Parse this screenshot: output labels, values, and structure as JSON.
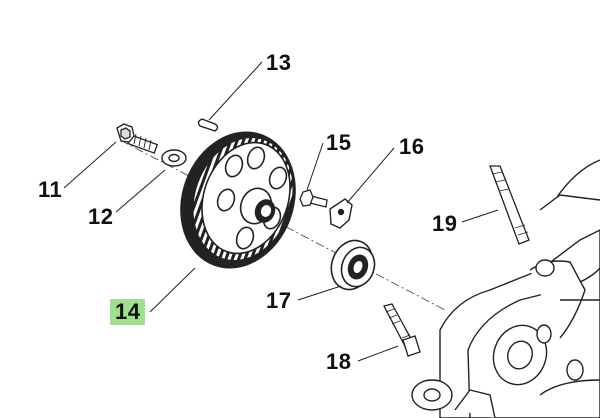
{
  "diagram": {
    "callouts": [
      {
        "id": "11",
        "label": "11",
        "highlighted": false
      },
      {
        "id": "12",
        "label": "12",
        "highlighted": false
      },
      {
        "id": "13",
        "label": "13",
        "highlighted": false
      },
      {
        "id": "14",
        "label": "14",
        "highlighted": true
      },
      {
        "id": "15",
        "label": "15",
        "highlighted": false
      },
      {
        "id": "16",
        "label": "16",
        "highlighted": false
      },
      {
        "id": "17",
        "label": "17",
        "highlighted": false
      },
      {
        "id": "18",
        "label": "18",
        "highlighted": false
      },
      {
        "id": "19",
        "label": "19",
        "highlighted": false
      }
    ],
    "colors": {
      "line": "#222222",
      "highlight": "#9fe08f",
      "background": "#ffffff"
    }
  }
}
